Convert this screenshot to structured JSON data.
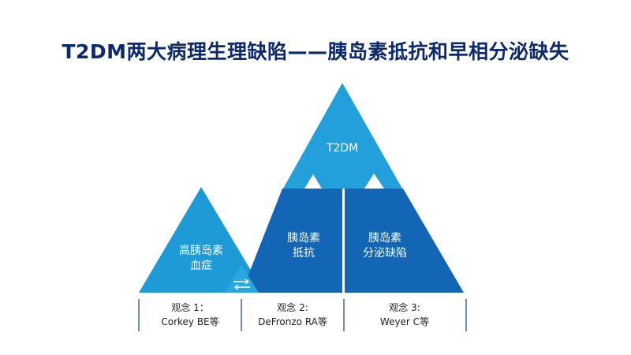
{
  "title": "T2DM两大病理生理缺陷——胰岛素抵抗和早相分泌缺失",
  "left_triangle": {
    "line1": "高胰岛素",
    "line2": "血症"
  },
  "top_triangle": {
    "label": "T2DM"
  },
  "middle_block": {
    "line1": "胰岛素",
    "line2": "抵抗"
  },
  "right_block": {
    "line1": "胰岛素",
    "line2": "分泌缺陷"
  },
  "concepts": [
    {
      "line1": "观念 1：",
      "line2": "Corkey BE等"
    },
    {
      "line1": "观念 2:",
      "line2": "DeFronzo RA等"
    },
    {
      "line1": "观念 3:",
      "line2": "Weyer C等"
    }
  ],
  "colors": {
    "title": "#0c2a6b",
    "light_blue": "#1e9ad6",
    "dark_blue": "#1366b5",
    "divider": "#1f4e9a"
  }
}
